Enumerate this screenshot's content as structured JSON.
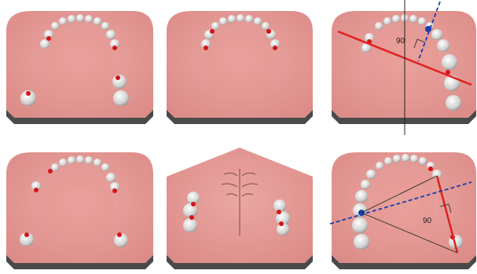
{
  "panels": [
    {
      "id": "p1",
      "variant": "partial-arch-with-posterior-pairs"
    },
    {
      "id": "p2",
      "variant": "anterior-arch-only"
    },
    {
      "id": "p3",
      "variant": "unilateral-arch-with-axis-lines"
    },
    {
      "id": "p4",
      "variant": "anterior-arch-with-bilateral-pairs"
    },
    {
      "id": "p5",
      "variant": "edentulous-anterior-with-posterior-pairs"
    },
    {
      "id": "p6",
      "variant": "unilateral-arch-with-axis-lines-2"
    }
  ],
  "labels": {
    "angle_top_right": "90",
    "angle_bottom_right": "90"
  },
  "colors": {
    "cast_top": "#e79a96",
    "cast_side": "#4a4a4a",
    "tooth": "#e6e6e6",
    "rest_marker": "#d4141a",
    "red_line": "#e0201f",
    "blue_dashed": "#1a3fae",
    "black_line": "#222222"
  }
}
